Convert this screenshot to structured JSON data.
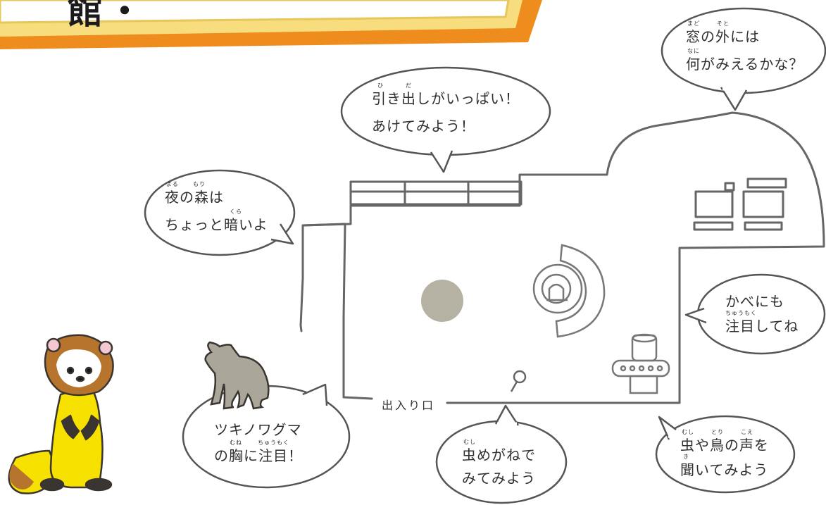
{
  "title": "　館・",
  "entrance_label": "出入り口",
  "bubbles": {
    "drawers": {
      "line1": "引き出しがいっぱい！",
      "line2": "あけてみよう！",
      "ruby_hi": "ひ",
      "ruby_da": "だ"
    },
    "window": {
      "line1": "窓の外には",
      "line2": "何がみえるかな？",
      "ruby_mado": "まど",
      "ruby_soto": "そと",
      "ruby_nani": "なに"
    },
    "forest": {
      "line1": "夜の森は",
      "line2": "ちょっと暗いよ",
      "ruby_yoru": "よる",
      "ruby_mori": "もり",
      "ruby_kura": "くら"
    },
    "wall": {
      "line1": "かべにも",
      "line2": "注目してね",
      "ruby_chumoku": "ちゅうもく"
    },
    "bear": {
      "line1": "ツキノワグマ",
      "line2": "の胸に注目！",
      "ruby_mune": "むね",
      "ruby_chumoku": "ちゅうもく"
    },
    "magnifier": {
      "line1": "虫めがねで",
      "line2": "みてみよう",
      "ruby_mushi": "むし"
    },
    "sounds": {
      "line1": "虫や鳥の声を",
      "line2": "聞いてみよう",
      "ruby_mushi": "むし",
      "ruby_tori": "とり",
      "ruby_koe": "こえ",
      "ruby_ki": "き"
    }
  },
  "colors": {
    "outline": "#666666",
    "banner_yellow": "#f7dd7d",
    "banner_orange": "#ef8c1e",
    "circle_gray": "#b5b2a4",
    "bear": "#aba69a",
    "ferret_yellow": "#f6e100",
    "ferret_brown": "#b7742c",
    "ferret_dark": "#3a3530"
  }
}
